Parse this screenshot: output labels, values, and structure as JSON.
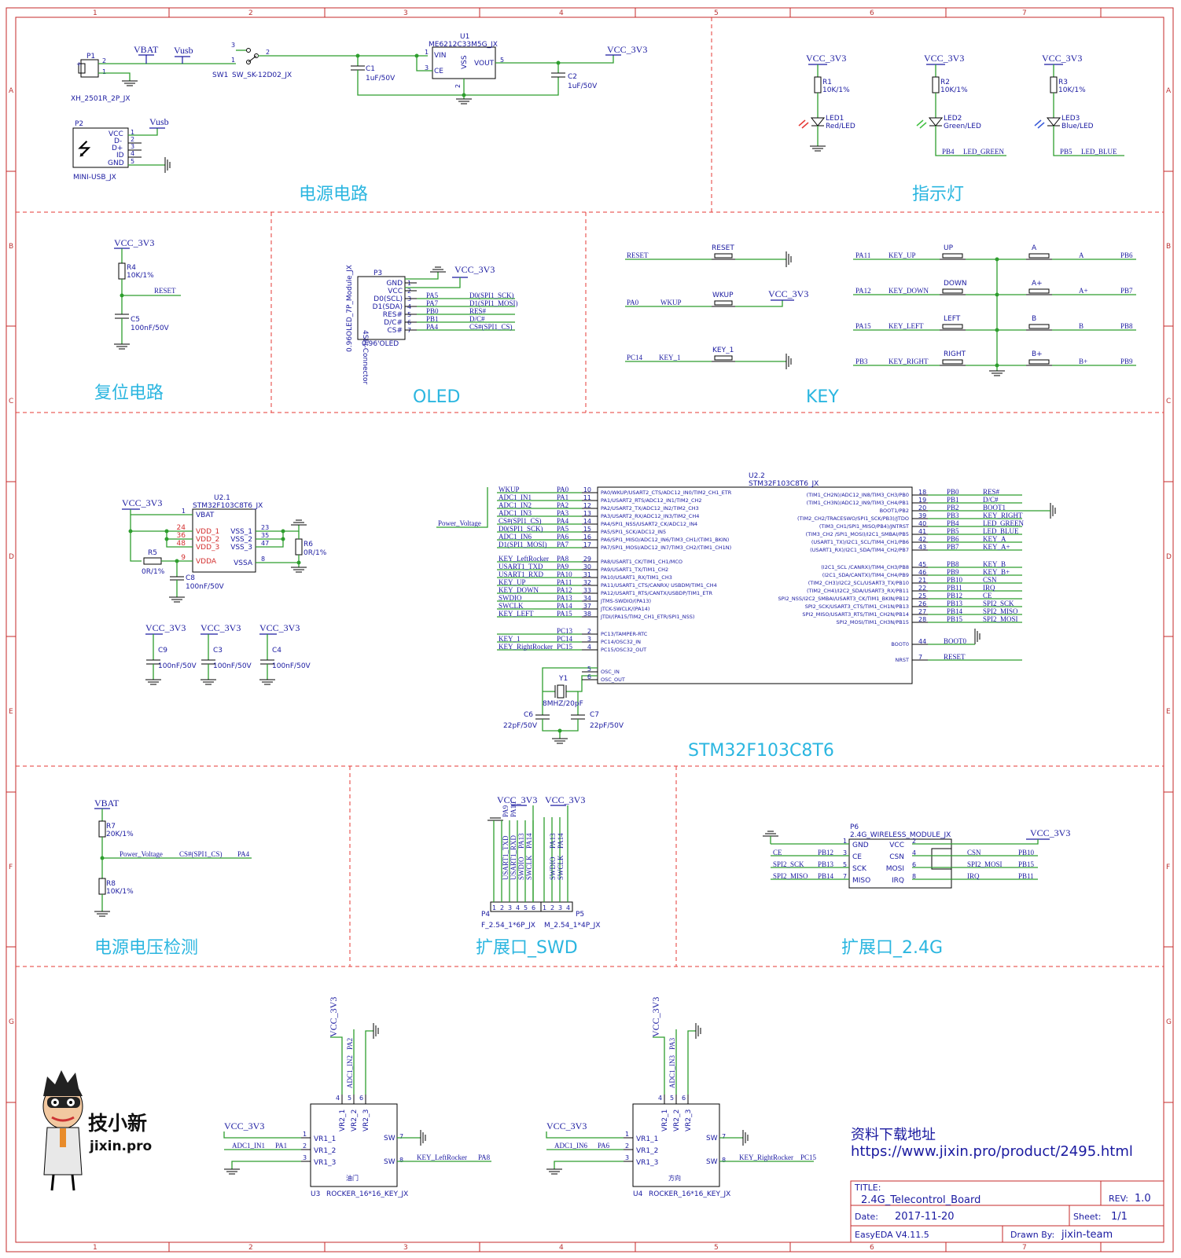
{
  "sections": {
    "power": "电源电路",
    "indicator": "指示灯",
    "reset": "复位电路",
    "oled": "OLED",
    "key": "KEY",
    "mcu": "STM32F103C8T6",
    "voltage": "电源电压检测",
    "swd": "扩展口_SWD",
    "wireless": "扩展口_2.4G"
  },
  "ruler": {
    "cols": [
      "1",
      "2",
      "3",
      "4",
      "5",
      "6",
      "7"
    ],
    "rows": [
      "A",
      "B",
      "C",
      "D",
      "E",
      "F",
      "G"
    ]
  },
  "power_circuit": {
    "p1": "P1",
    "p1_part": "XH_2501R_2P_JX",
    "vbat": "VBAT",
    "vusb": "Vusb",
    "sw1": "SW1",
    "sw1_part": "SW_SK-12D02_JX",
    "u1": "U1",
    "u1_part": "ME6212C33M5G_JX",
    "vin": "VIN",
    "ce": "CE",
    "vout": "VOUT",
    "vss": "VSS",
    "c1": "C1",
    "c1_val": "1uF/50V",
    "c2": "C2",
    "c2_val": "1uF/50V",
    "vcc33": "VCC_3V3",
    "p2": "P2",
    "p2_part": "MINI-USB_JX",
    "usb_pins": [
      "VCC",
      "D-",
      "D+",
      "ID",
      "GND"
    ],
    "pin_nums": [
      "1",
      "2",
      "3",
      "4",
      "5"
    ]
  },
  "leds": [
    {
      "r": "R1",
      "rv": "10K/1%",
      "led": "LED1",
      "color": "Red/LED",
      "pin": "",
      "net": ""
    },
    {
      "r": "R2",
      "rv": "10K/1%",
      "led": "LED2",
      "color": "Green/LED",
      "pin": "PB4",
      "net": "LED_GREEN"
    },
    {
      "r": "R3",
      "rv": "10K/1%",
      "led": "LED3",
      "color": "Blue/LED",
      "pin": "PB5",
      "net": "LED_BLUE"
    }
  ],
  "reset_circuit": {
    "vcc": "VCC_3V3",
    "r4": "R4",
    "r4v": "10K/1%",
    "net": "RESET",
    "c5": "C5",
    "c5v": "100nF/50V"
  },
  "oled": {
    "ref": "P3",
    "part": "0.96OLED_7P_Module_JX",
    "conn": "4SPI-Connector",
    "name": "0.96'OLED",
    "vcc": "VCC_3V3",
    "pins": [
      "GND",
      "VCC",
      "D0(SCL)",
      "D1(SDA)",
      "RES#",
      "D/C#",
      "CS#"
    ],
    "mcu": [
      "",
      "",
      "PA5",
      "PA7",
      "PB0",
      "PB1",
      "PA4"
    ],
    "nets": [
      "",
      "",
      "D0(SPI1_SCK)",
      "D1(SPI1_MOSI)",
      "RES#",
      "D/C#",
      "CS#(SPI1_CS)"
    ]
  },
  "keys": {
    "reset": {
      "net": "RESET",
      "label": "RESET"
    },
    "wkup": {
      "pin": "PA0",
      "net": "WKUP",
      "label": "WKUP",
      "vcc": "VCC_3V3"
    },
    "key1": {
      "pin": "PC14",
      "net": "KEY_1",
      "label": "KEY_1"
    },
    "dir": [
      {
        "pin": "PA11",
        "net": "KEY_UP",
        "label": "UP",
        "btn": "A",
        "bnet": "A",
        "bpin": "PB6"
      },
      {
        "pin": "PA12",
        "net": "KEY_DOWN",
        "label": "DOWN",
        "btn": "A+",
        "bnet": "A+",
        "bpin": "PB7"
      },
      {
        "pin": "PA15",
        "net": "KEY_LEFT",
        "label": "LEFT",
        "btn": "B",
        "bnet": "B",
        "bpin": "PB8"
      },
      {
        "pin": "PB3",
        "net": "KEY_RIGHT",
        "label": "RIGHT",
        "btn": "B+",
        "bnet": "B+",
        "bpin": "PB9"
      }
    ]
  },
  "u2_1": {
    "ref": "U2.1",
    "part": "STM32F103C8T6_JX",
    "vcc": "VCC_3V3",
    "left": [
      {
        "n": "1",
        "t": "VBAT",
        "red": false
      },
      {
        "n": "24",
        "t": "VDD_1",
        "red": true
      },
      {
        "n": "36",
        "t": "VDD_2",
        "red": true
      },
      {
        "n": "48",
        "t": "VDD_3",
        "red": true
      },
      {
        "n": "9",
        "t": "VDDA",
        "red": true
      }
    ],
    "right": [
      {
        "n": "23",
        "t": "VSS_1"
      },
      {
        "n": "35",
        "t": "VSS_2"
      },
      {
        "n": "47",
        "t": "VSS_3"
      },
      {
        "n": "8",
        "t": "VSSA"
      }
    ],
    "r5": "R5",
    "r5v": "0R/1%",
    "r6": "R6",
    "r6v": "0R/1%",
    "c8": "C8",
    "c8v": "100nF/50V"
  },
  "decoupling": [
    {
      "vcc": "VCC_3V3",
      "ref": "C9",
      "val": "100nF/50V"
    },
    {
      "vcc": "VCC_3V3",
      "ref": "C3",
      "val": "100nF/50V"
    },
    {
      "vcc": "VCC_3V3",
      "ref": "C4",
      "val": "100nF/50V"
    }
  ],
  "u2_2": {
    "ref": "U2.2",
    "part": "STM32F103C8T6_JX",
    "power_voltage": "Power_Voltage",
    "left": [
      {
        "net": "WKUP",
        "pin": "PA0",
        "n": "10",
        "fn": "PA0/WKUP/USART2_CTS/ADC12_IN0/TIM2_CH1_ETR"
      },
      {
        "net": "ADC1_IN1",
        "pin": "PA1",
        "n": "11",
        "fn": "PA1/USART2_RTS/ADC12_IN1/TIM2_CH2"
      },
      {
        "net": "ADC1_IN2",
        "pin": "PA2",
        "n": "12",
        "fn": "PA2/USART2_TX/ADC12_IN2/TIM2_CH3"
      },
      {
        "net": "ADC1_IN3",
        "pin": "PA3",
        "n": "13",
        "fn": "PA3/USART2_RX/ADC12_IN3/TIM2_CH4"
      },
      {
        "net": "CS#(SPI1_CS)",
        "pin": "PA4",
        "n": "14",
        "fn": "PA4/SPI1_NSS/USART2_CK/ADC12_IN4"
      },
      {
        "net": "D0(SPI1_SCK)",
        "pin": "PA5",
        "n": "15",
        "fn": "PA5/SPI1_SCK/ADC12_IN5"
      },
      {
        "net": "ADC1_IN6",
        "pin": "PA6",
        "n": "16",
        "fn": "PA6/SPI1_MISO/ADC12_IN6/TIM3_CH1/(TIM1_BKIN)"
      },
      {
        "net": "D1(SPI1_MOSI)",
        "pin": "PA7",
        "n": "17",
        "fn": "PA7/SPI1_MOSI/ADC12_IN7/TIM3_CH2/(TIM1_CH1N)"
      },
      {
        "net": "KEY_LeftRocker",
        "pin": "PA8",
        "n": "29",
        "fn": "PA8/USART1_CK/TIM1_CH1/MCO"
      },
      {
        "net": "USART1_TXD",
        "pin": "PA9",
        "n": "30",
        "fn": "PA9/USART1_TX/TIM1_CH2"
      },
      {
        "net": "USART1_RXD",
        "pin": "PA10",
        "n": "31",
        "fn": "PA10/USART1_RX/TIM1_CH3"
      },
      {
        "net": "KEY_UP",
        "pin": "PA11",
        "n": "32",
        "fn": "PA11/USART1_CTS/CANRX/ USBDM/TIM1_CH4"
      },
      {
        "net": "KEY_DOWN",
        "pin": "PA12",
        "n": "33",
        "fn": "PA12/USART1_RTS/CANTX/USBDP/TIM1_ETR"
      },
      {
        "net": "SWDIO",
        "pin": "PA13",
        "n": "34",
        "fn": "JTMS-SWDIO/(PA13)"
      },
      {
        "net": "SWCLK",
        "pin": "PA14",
        "n": "37",
        "fn": "JTCK-SWCLK/(PA14)"
      },
      {
        "net": "KEY_LEFT",
        "pin": "PA15",
        "n": "38",
        "fn": "JTDI/(PA15/TIM2_CH1_ETR/SPI1_NSS)"
      },
      {
        "net": "",
        "pin": "PC13",
        "n": "2",
        "fn": "PC13/TAMPER-RTC"
      },
      {
        "net": "KEY_1",
        "pin": "PC14",
        "n": "3",
        "fn": "PC14/OSC32_IN"
      },
      {
        "net": "KEY_RightRocker",
        "pin": "PC15",
        "n": "4",
        "fn": "PC15/OSC32_OUT"
      },
      {
        "net": "",
        "pin": "",
        "n": "5",
        "fn": "OSC_IN"
      },
      {
        "net": "",
        "pin": "",
        "n": "6",
        "fn": "OSC_OUT"
      }
    ],
    "right": [
      {
        "fn": "(TIM1_CH2N)/ADC12_IN8/TIM3_CH3/PB0",
        "n": "18",
        "pin": "PB0",
        "net": "RES#"
      },
      {
        "fn": "(TIM1_CH3N)/ADC12_IN9/TIM3_CH4/PB1",
        "n": "19",
        "pin": "PB1",
        "net": "D/C#"
      },
      {
        "fn": "BOOT1/PB2",
        "n": "20",
        "pin": "PB2",
        "net": "BOOT1"
      },
      {
        "fn": "(TIM2_CH2/TRACESWO/SPI1_SCK/PB3)/JTDO",
        "n": "39",
        "pin": "PB3",
        "net": "KEY_RIGHT"
      },
      {
        "fn": "(TIM3_CH1/SPI1_MISO/PB4)/JNTRST",
        "n": "40",
        "pin": "PB4",
        "net": "LED_GREEN"
      },
      {
        "fn": "(TIM3_CH2 /SPI1_MOSI)/I2C1_SMBAI/PB5",
        "n": "41",
        "pin": "PB5",
        "net": "LED_BLUE"
      },
      {
        "fn": "(USART1_TX)/I2C1_SCL/TIM4_CH1/PB6",
        "n": "42",
        "pin": "PB6",
        "net": "KEY_A"
      },
      {
        "fn": "(USART1_RX)/I2C1_SDA/TIM4_CH2/PB7",
        "n": "43",
        "pin": "PB7",
        "net": "KEY_A+"
      },
      {
        "fn": "(I2C1_SCL /CANRX)/TIM4_CH3/PB8",
        "n": "45",
        "pin": "PB8",
        "net": "KEY_B"
      },
      {
        "fn": "(I2C1_SDA/CANTX)/TIM4_CH4/PB9",
        "n": "46",
        "pin": "PB9",
        "net": "KEY_B+"
      },
      {
        "fn": "(TIM2_CH3)/I2C2_SCL/USART3_TX/PB10",
        "n": "21",
        "pin": "PB10",
        "net": "CSN"
      },
      {
        "fn": "(TIM2_CH4)/I2C2_SDA/USART3_RX/PB11",
        "n": "22",
        "pin": "PB11",
        "net": "IRQ"
      },
      {
        "fn": "SPI2_NSS/I2C2_SMBAI/USART3_CK/TIM1_BKIN/PB12",
        "n": "25",
        "pin": "PB12",
        "net": "CE"
      },
      {
        "fn": "SPI2_SCK/USART3_CTS/TIM1_CH1N/PB13",
        "n": "26",
        "pin": "PB13",
        "net": "SPI2_SCK"
      },
      {
        "fn": "SPI2_MISO/USART3_RTS/TIM1_CH2N/PB14",
        "n": "27",
        "pin": "PB14",
        "net": "SPI2_MISO"
      },
      {
        "fn": "SPI2_MOSI/TIM1_CH3N/PB15",
        "n": "28",
        "pin": "PB15",
        "net": "SPI2_MOSI"
      },
      {
        "fn": "BOOT0",
        "n": "44",
        "pin": "",
        "net": "BOOT0"
      },
      {
        "fn": "NRST",
        "n": "7",
        "pin": "",
        "net": "RESET"
      }
    ],
    "y1": "Y1",
    "y1v": "8MHZ/20pF",
    "c6": "C6",
    "c6v": "22pF/50V",
    "c7": "C7",
    "c7v": "22pF/50V"
  },
  "voltage_det": {
    "vbat": "VBAT",
    "r7": "R7",
    "r7v": "20K/1%",
    "r8": "R8",
    "r8v": "10K/1%",
    "net": "Power_Voltage",
    "net2": "CS#(SPI1_CS)",
    "pin": "PA4"
  },
  "swd": {
    "vcc_a": "VCC_3V3",
    "vcc_b": "VCC_3V3",
    "p4": "P4",
    "p4_part": "F_2.54_1*6P_JX",
    "p4_pins": [
      "PA9",
      "PA10",
      "PA13",
      "PA14"
    ],
    "p4_nets": [
      "USART1_TXD",
      "USART1_RXD",
      "SWDIO",
      "SWCLK"
    ],
    "p5": "P5",
    "p5_part": "M_2.54_1*4P_JX",
    "p5_pins": [
      "PA13",
      "PA14"
    ],
    "p5_nets": [
      "SWDIO",
      "SWCLK"
    ]
  },
  "wireless": {
    "ref": "P6",
    "part": "2.4G_WIRELESS_MODULE_JX",
    "vcc": "VCC_3V3",
    "left": [
      {
        "n": "1",
        "t": "GND",
        "net": "",
        "pin": ""
      },
      {
        "n": "3",
        "t": "CE",
        "net": "CE",
        "pin": "PB12"
      },
      {
        "n": "5",
        "t": "SCK",
        "net": "SPI2_SCK",
        "pin": "PB13"
      },
      {
        "n": "7",
        "t": "MISO",
        "net": "SPI2_MISO",
        "pin": "PB14"
      }
    ],
    "right": [
      {
        "n": "2",
        "t": "VCC",
        "net": "",
        "pin": ""
      },
      {
        "n": "4",
        "t": "CSN",
        "net": "CSN",
        "pin": "PB10"
      },
      {
        "n": "6",
        "t": "MOSI",
        "net": "SPI2_MOSI",
        "pin": "PB15"
      },
      {
        "n": "8",
        "t": "IRQ",
        "net": "IRQ",
        "pin": "PB11"
      }
    ]
  },
  "rockers": [
    {
      "ref": "U3",
      "part": "ROCKER_16*16_KEY_JX",
      "cn": "油门",
      "vcc": "VCC_3V3",
      "adc_top": "ADC1_IN2",
      "pin_top": "PA2",
      "adc_side": "ADC1_IN1",
      "pin_side": "PA1",
      "key": "KEY_LeftRocker",
      "kpin": "PA8"
    },
    {
      "ref": "U4",
      "part": "ROCKER_16*16_KEY_JX",
      "cn": "方向",
      "vcc": "VCC_3V3",
      "adc_top": "ADC1_IN3",
      "pin_top": "PA3",
      "adc_side": "ADC1_IN6",
      "pin_side": "PA6",
      "key": "KEY_RightRocker",
      "kpin": "PC15"
    }
  ],
  "rocker_pins": {
    "left": [
      "VR1_1",
      "VR1_2",
      "VR1_3"
    ],
    "top": [
      "VR2_1",
      "VR2_2",
      "VR2_3"
    ],
    "sw": "SW"
  },
  "logo": {
    "cn": "技小新",
    "url": "jixin.pro"
  },
  "download": {
    "label": "资料下载地址",
    "url": "https://www.jixin.pro/product/2495.html"
  },
  "title_block": {
    "title_label": "TITLE:",
    "title": "2.4G_Telecontrol_Board",
    "rev_label": "REV:",
    "rev": "1.0",
    "date_label": "Date:",
    "date": "2017-11-20",
    "sheet_label": "Sheet:",
    "sheet": "1/1",
    "tool": "EasyEDA V4.11.5",
    "drawn_label": "Drawn By:",
    "drawn": "jixin-team"
  },
  "colors": {
    "wire": "#2e9e2e",
    "text": "#1a1aa0",
    "section": "#2bb6e0",
    "frame": "#c62828"
  }
}
